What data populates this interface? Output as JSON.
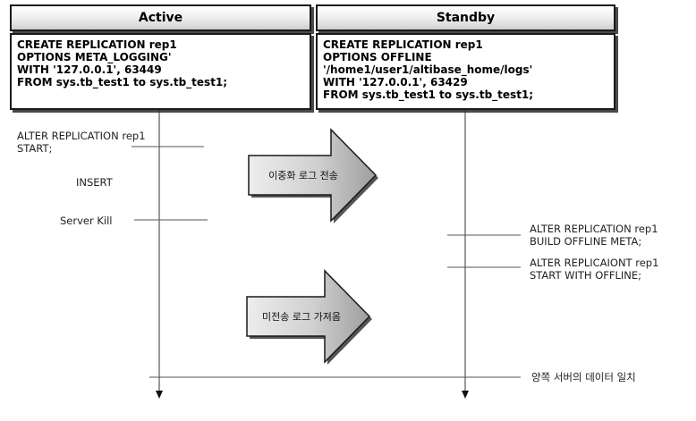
{
  "active": {
    "title": "Active",
    "create_sql": [
      "CREATE REPLICATION rep1",
      "OPTIONS META_LOGGING'",
      "WITH '127.0.0.1', 63449",
      "FROM sys.tb_test1 to sys.tb_test1;"
    ],
    "events": {
      "start": [
        "ALTER REPLICATION rep1",
        "START;"
      ],
      "insert": "INSERT",
      "kill": "Server Kill"
    }
  },
  "standby": {
    "title": "Standby",
    "create_sql": [
      "CREATE REPLICATION rep1",
      "OPTIONS OFFLINE",
      "'/home1/user1/altibase_home/logs'",
      "WITH '127.0.0.1', 63429",
      "FROM sys.tb_test1 to sys.tb_test1;"
    ],
    "events": {
      "build": [
        "ALTER REPLICATION rep1",
        "BUILD OFFLINE META;"
      ],
      "start": [
        "ALTER REPLICAIONT rep1",
        "START WITH OFFLINE;"
      ]
    }
  },
  "arrows": {
    "send_log": "이중화 로그 전송",
    "fetch_log": "미전송 로그 가져옴"
  },
  "final": "양쪽 서버의 데이터 일치"
}
